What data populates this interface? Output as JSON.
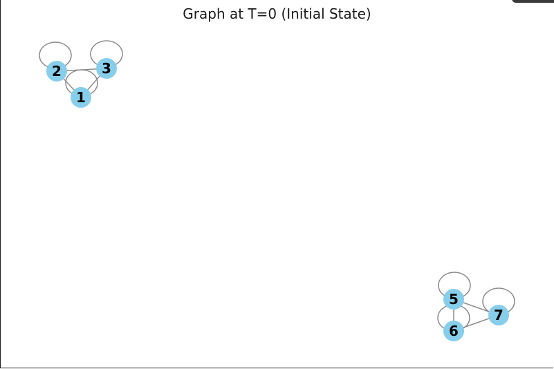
{
  "title": "Graph at T=0 (Initial State)",
  "colors": {
    "node": "#87ceeb",
    "edge": "#8c8c8c",
    "label": "#000000"
  },
  "nodes": [
    {
      "id": "1",
      "label": "1"
    },
    {
      "id": "2",
      "label": "2"
    },
    {
      "id": "3",
      "label": "3"
    },
    {
      "id": "5",
      "label": "5"
    },
    {
      "id": "6",
      "label": "6"
    },
    {
      "id": "7",
      "label": "7"
    }
  ],
  "edges": [
    {
      "source": "1",
      "target": "2"
    },
    {
      "source": "1",
      "target": "3"
    },
    {
      "source": "2",
      "target": "3"
    },
    {
      "source": "5",
      "target": "6"
    },
    {
      "source": "5",
      "target": "7"
    },
    {
      "source": "6",
      "target": "7"
    }
  ],
  "self_loops": [
    "1",
    "2",
    "3",
    "5",
    "6",
    "7"
  ]
}
